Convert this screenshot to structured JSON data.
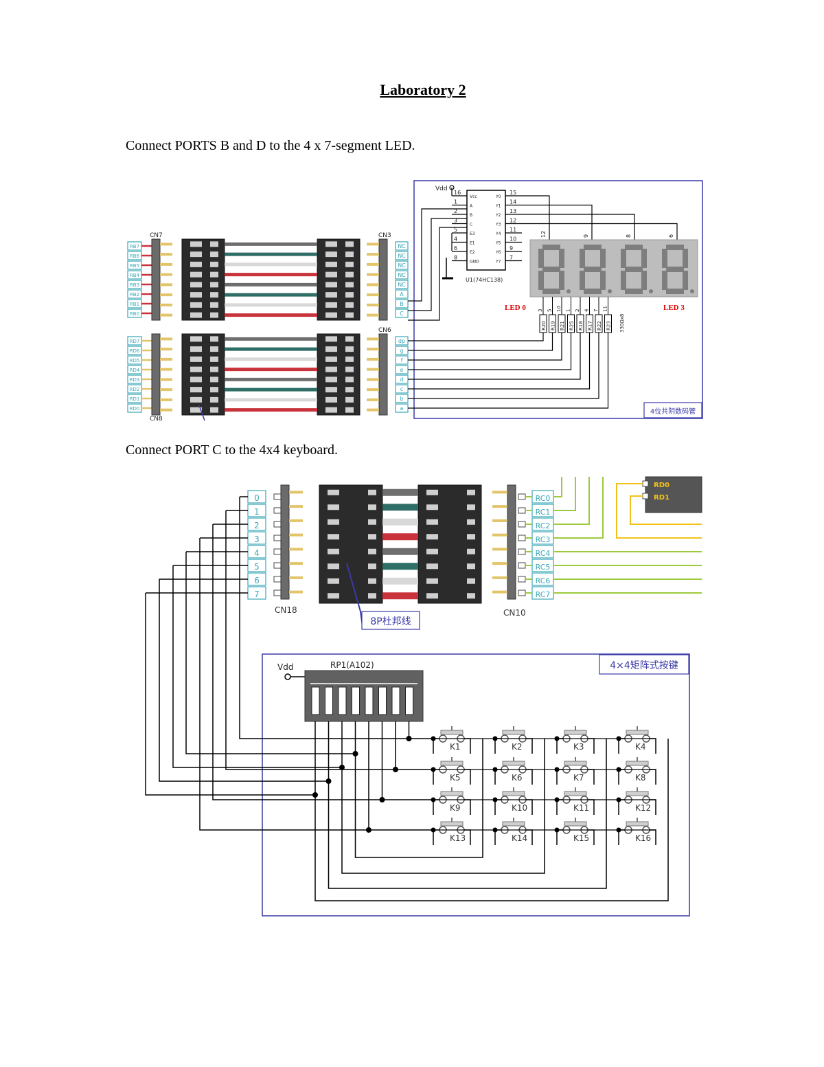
{
  "document": {
    "title": "Laboratory 2",
    "instruction1": "Connect PORTS B and D to the 4 x 7-segment LED.",
    "instruction2": "Connect PORT C to the 4x4 keyboard."
  },
  "figure1": {
    "vdd": "Vdd",
    "ic_name": "U1(74HC138)",
    "ic_pins_left": [
      "16",
      "1",
      "2",
      "3",
      "5",
      "4",
      "6",
      "8"
    ],
    "ic_pins_right": [
      "15",
      "14",
      "13",
      "12",
      "11",
      "10",
      "9",
      "7"
    ],
    "ic_labels_left": [
      "Vcc",
      "A",
      "B",
      "C",
      "E3",
      "E1",
      "E2",
      "GND"
    ],
    "ic_labels_right": [
      "Y0",
      "Y1",
      "Y2",
      "Y3",
      "Y4",
      "Y5",
      "Y6",
      "Y7"
    ],
    "digit_pins": [
      "12",
      "9",
      "8",
      "6"
    ],
    "connector_top_left": "CN7",
    "connector_top_right": "CN3",
    "connector_bottom_left": "CN8",
    "connector_bottom_right": "CN6",
    "rb_labels": [
      "RB7",
      "RB6",
      "RB5",
      "RB4",
      "RB3",
      "RB2",
      "RB1",
      "RB0"
    ],
    "nc_labels": [
      "NC",
      "NC",
      "NC",
      "NC",
      "NC",
      "A",
      "B",
      "C"
    ],
    "rd_labels": [
      "RD7",
      "RD6",
      "RD5",
      "RD4",
      "RD3",
      "RD2",
      "RD1",
      "RD0"
    ],
    "seg_labels": [
      "dp",
      "g",
      "f",
      "e",
      "d",
      "c",
      "b",
      "a"
    ],
    "seg_pin_numbers": [
      "3",
      "5",
      "10",
      "1",
      "2",
      "4",
      "7",
      "11"
    ],
    "resistors": [
      "R20",
      "R19",
      "R21",
      "R25",
      "R18",
      "R17",
      "R22",
      "R23"
    ],
    "resistor_value": "330Ωx8",
    "led_first": "LED 0",
    "led_last": "LED 3",
    "panel_caption": "4位共阴数码管"
  },
  "figure2": {
    "cn_left": "CN18",
    "cn_right": "CN10",
    "pin_numbers": [
      "0",
      "1",
      "2",
      "3",
      "4",
      "5",
      "6",
      "7"
    ],
    "rc_labels": [
      "RC0",
      "RC1",
      "RC2",
      "RC3",
      "RC4",
      "RC5",
      "RC6",
      "RC7"
    ],
    "rd_labels": [
      "RD0",
      "RD1"
    ],
    "cable_label": "8P杜邦线",
    "vdd": "Vdd",
    "resistor_pack": "RP1(A102)",
    "panel_caption": "4×4矩阵式按键",
    "keys": [
      "K1",
      "K2",
      "K3",
      "K4",
      "K5",
      "K6",
      "K7",
      "K8",
      "K9",
      "K10",
      "K11",
      "K12",
      "K13",
      "K14",
      "K15",
      "K16"
    ]
  },
  "colors": {
    "wire_red": "#c8323a",
    "wire_teal": "#2f6e66",
    "wire_grey": "#6e6e6e",
    "label_teal": "#3aa7b8",
    "wire_green": "#9cca3c",
    "wire_yellow": "#f2c21a",
    "panel_blue": "#3a3aa8",
    "led_red": "#dd0000"
  }
}
